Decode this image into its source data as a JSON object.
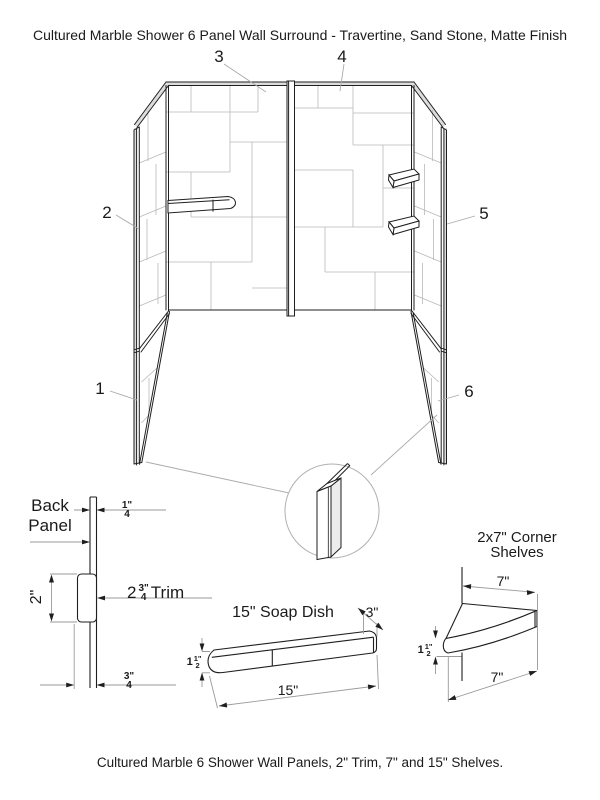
{
  "title": "Cultured Marble Shower 6 Panel Wall Surround - Travertine, Sand Stone, Matte Finish",
  "caption": "Cultured Marble 6 Shower Wall Panels, 2\" Trim, 7\" and 15\" Shelves.",
  "colors": {
    "line": "#1f1f1f",
    "tile_line": "#b9b9b9",
    "dim_line": "#9a9a9a",
    "background": "#ffffff"
  },
  "part_labels": {
    "p1": "1",
    "p2": "2",
    "p3": "3",
    "p4": "4",
    "p5": "5",
    "p6": "6"
  },
  "back_panel": {
    "label_line1": "Back",
    "label_line2": "Panel",
    "thickness_frac_num": "1\"",
    "thickness_frac_den": "4",
    "trim_width": "2\"",
    "trim_label_prefix": "2",
    "trim_frac_num": "3\"",
    "trim_frac_den": "4",
    "trim_label_suffix": "Trim",
    "depth_frac_num": "3\"",
    "depth_frac_den": "4"
  },
  "soap_dish": {
    "title": "15\" Soap Dish",
    "depth": "3\"",
    "height_whole": "1",
    "height_frac_num": "1\"",
    "height_frac_den": "2",
    "length": "15\""
  },
  "corner_shelves": {
    "title_line1": "2x7\" Corner",
    "title_line2": "Shelves",
    "width_top": "7\"",
    "height_whole": "1",
    "height_frac_num": "1\"",
    "height_frac_den": "2",
    "width_bottom": "7\""
  }
}
